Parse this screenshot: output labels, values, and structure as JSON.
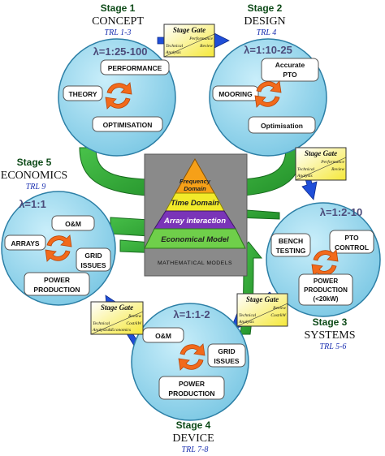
{
  "stage1": {
    "stage": "Stage 1",
    "name": "CONCEPT",
    "trl": "TRL 1-3",
    "lambda": "λ=1:25-100",
    "boxes": [
      "PERFORMANCE",
      "THEORY",
      "OPTIMISATION"
    ]
  },
  "stage2": {
    "stage": "Stage 2",
    "name": "DESIGN",
    "trl": "TRL 4",
    "lambda": "λ=1:10-25",
    "box_accurate": [
      "Accurate",
      "PTO"
    ],
    "box_mooring": "MOORING",
    "box_optim": "Optimisation"
  },
  "stage3": {
    "stage": "Stage 3",
    "name": "SYSTEMS",
    "trl": "TRL 5-6",
    "lambda": "λ=1:2-10",
    "box_bench": [
      "BENCH",
      "TESTING"
    ],
    "box_pto": [
      "PTO",
      "CONTROL"
    ],
    "box_power": [
      "POWER",
      "PRODUCTION",
      "(<20kW)"
    ]
  },
  "stage4": {
    "stage": "Stage 4",
    "name": "DEVICE",
    "trl": "TRL 7-8",
    "lambda": "λ=1:1-2",
    "box_om": "O&M",
    "box_grid": [
      "GRID",
      "ISSUES"
    ],
    "box_power": [
      "POWER",
      "PRODUCTION"
    ]
  },
  "stage5": {
    "stage": "Stage 5",
    "name": "ECONOMICS",
    "trl": "TRL 9",
    "lambda": "λ=1:1",
    "box_om": "O&M",
    "box_arrays": "ARRAYS",
    "box_grid": [
      "GRID",
      "ISSUES"
    ],
    "box_power": [
      "POWER",
      "PRODUCTION"
    ]
  },
  "gates": [
    {
      "title": "Stage Gate",
      "lines": [
        "Performance",
        "Technical",
        "Review",
        "Analysis"
      ]
    },
    {
      "title": "Stage Gate",
      "lines": [
        "Performance",
        "Technical",
        "Review",
        "Analysis"
      ]
    },
    {
      "title": "Stage Gate",
      "lines": [
        "Review",
        "Technical",
        "Cost/kW",
        "Analysis"
      ]
    },
    {
      "title": "Stage Gate",
      "lines": [
        "Review",
        "Technical",
        "Cost/kW",
        "Analysis&Economics"
      ]
    }
  ],
  "center": {
    "tip": [
      "Frequency",
      "Domain"
    ],
    "time": "Time Domain",
    "array": "Array interaction",
    "econ": "Economical Model",
    "footer": "MATHEMATICAL MODELS"
  },
  "colors": {
    "circle": "#8fd3ea",
    "circle_edge": "#2c7fa6",
    "green": "#2aa830",
    "blue_arrow": "#1f4ed8",
    "trl": "#1a2fb0",
    "tip": "#f6a018",
    "time": "#f2ea2a",
    "array": "#7a34b8",
    "econ": "#6fcf4a"
  }
}
